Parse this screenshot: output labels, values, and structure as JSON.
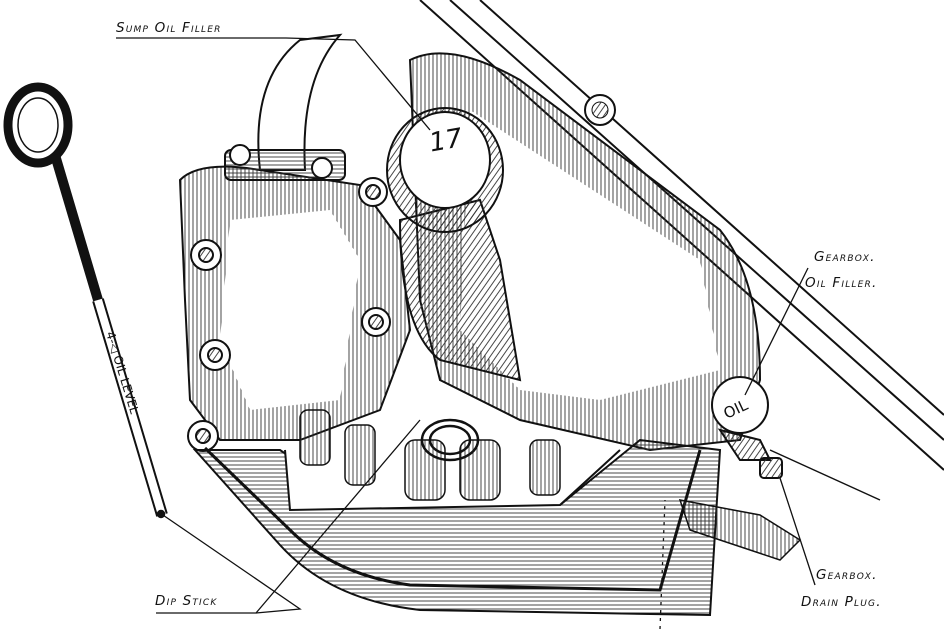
{
  "callouts": {
    "sump_oil_filler": "Sump Oil Filler",
    "gearbox_oil_filler_line1": "Gearbox.",
    "gearbox_oil_filler_line2": "Oil Filler.",
    "gearbox_drain_plug_line1": "Gearbox.",
    "gearbox_drain_plug_line2": "Drain Plug.",
    "dip_stick": "Dip Stick"
  },
  "markings": {
    "cap_emblem": "17",
    "gearbox_cap": "OIL",
    "dipstick_scale": "4-◁ OIL LEVEL"
  },
  "colors": {
    "ink": "#111111",
    "paper": "#ffffff",
    "hatch": "#2a2a2a"
  },
  "icons": {
    "engine": "engine-sump-illustration",
    "dipstick": "dipstick-illustration"
  }
}
